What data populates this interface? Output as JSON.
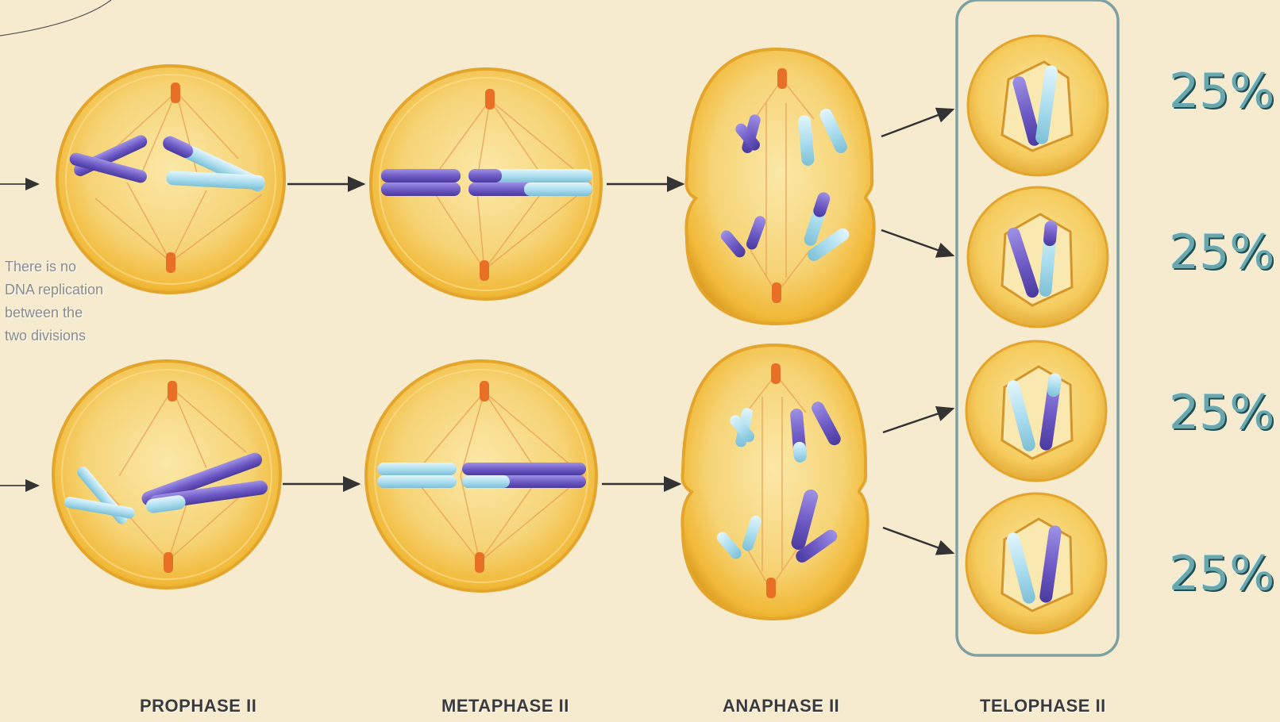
{
  "side_note": "There is no DNA replication between the two divisions",
  "stage_labels": {
    "prophase": "PROPHASE II",
    "metaphase": "METAPHASE II",
    "anaphase": "ANAPHASE II",
    "telophase": "TELOPHASE II"
  },
  "percentages": [
    "25%",
    "25%",
    "25%",
    "25%"
  ],
  "colors": {
    "background": "#f6ebcf",
    "cell_fill": "#f1b938",
    "chromosome_dark": "#6c59c4",
    "chromosome_light": "#a9dcee",
    "centrosome": "#e86f26",
    "highlight_box": "#7ea0a3",
    "percent_text": "#6aa7ad"
  },
  "chromosome_coloring": {
    "top_prophase": [
      "dark",
      "light-dark"
    ],
    "bottom_prophase": [
      "light",
      "dark-light"
    ]
  }
}
